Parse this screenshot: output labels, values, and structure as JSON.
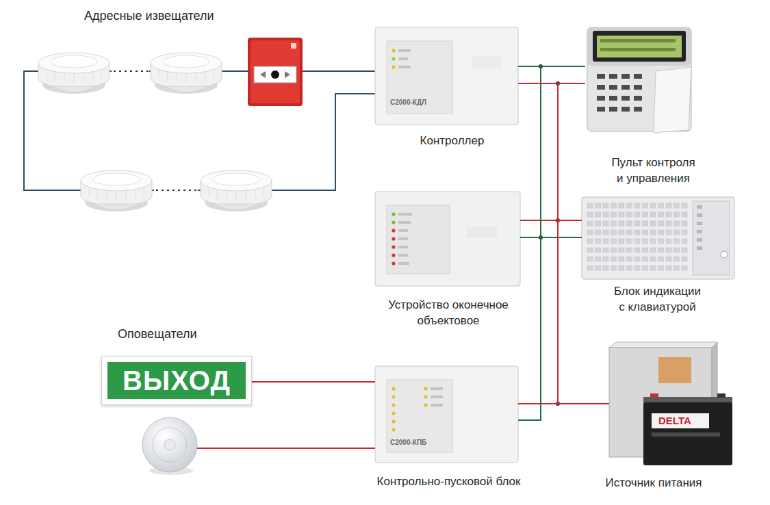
{
  "diagram": {
    "nodes": [
      {
        "text": [
          "С2000-КДЛ",
          "Контроллер"
        ]
      },
      {
        "text": [
          "Пульт контроля и управления"
        ]
      },
      {
        "text": [
          "Устройство оконечное объектовое"
        ]
      },
      {
        "text": [
          "Блок индикации с клавиатурой"
        ]
      },
      {
        "text": [
          "ВЫХОД"
        ]
      },
      {
        "text": [
          "С2000-КПБ",
          "Контрольно-пусковой блок"
        ]
      },
      {
        "text": [
          "Источник питания"
        ]
      }
    ],
    "edges": [
      {
        "from": 0,
        "to": 1,
        "arrow": "none"
      },
      {
        "from": 2,
        "to": 3,
        "arrow": "none"
      },
      {
        "from": 5,
        "to": 6,
        "arrow": "none"
      },
      {
        "from": 0,
        "to": 5,
        "arrow": "none"
      },
      {
        "from": 0,
        "to": 6,
        "arrow": "none"
      },
      {
        "from": 4,
        "to": 5,
        "arrow": "none"
      }
    ],
    "labels": [
      "Адресные извещатели",
      "Оповещатели",
      "DELTA"
    ]
  }
}
